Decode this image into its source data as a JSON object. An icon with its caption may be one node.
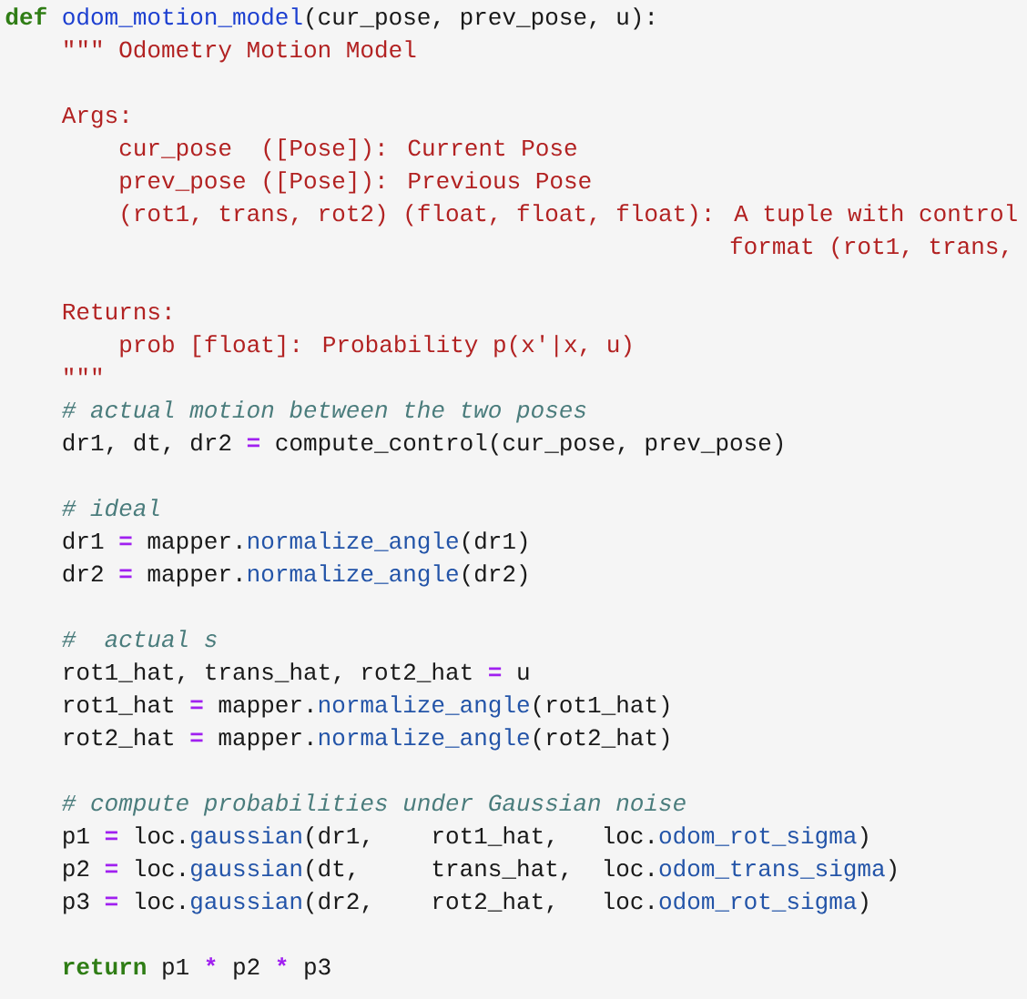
{
  "diagram": {
    "labels": [
      "def",
      "odom_motion_model",
      "(cur_pose, prev_pose, u):",
      "\"\"\" Odometry Motion Model",
      "Args:",
      "cur_pose",
      "([Pose]): Current Pose",
      "prev_pose ([Pose]): Previous Pose",
      "(rot1, trans, rot2) (float, float, float): A tuple with control",
      "format (rot1, trans,",
      "Returns:",
      "prob [float]: Probability p(x'|x, u)",
      "\"\"\"",
      "# actual motion between the two poses",
      "dr1, dt, dr2",
      "=",
      "compute_control(cur_pose, prev_pose)",
      "# ideal",
      "dr1",
      "=",
      "mapper.",
      "normalize_angle",
      "(dr1)",
      "dr2",
      "=",
      "mapper.",
      "normalize_angle",
      "(dr2)",
      "#",
      "actual s",
      "rot1_hat, trans_hat, rot2_hat",
      "=",
      "u",
      "rot1_hat",
      "=",
      "mapper.",
      "normalize_angle",
      "(rot1_hat)",
      "rot2_hat",
      "=",
      "mapper.",
      "normalize_angle",
      "(rot2_hat)",
      "# compute probabilities under Gaussian noise",
      "p1",
      "=",
      "loc.",
      "gaussian",
      "(dr1,",
      "rot1_hat,",
      "loc.",
      "odom_rot_sigma",
      ")",
      "p2",
      "=",
      "loc.",
      "gaussian",
      "(dt,",
      "trans_hat,",
      "loc.",
      "odom_trans_sigma",
      ")",
      "p3",
      "=",
      "loc.",
      "gaussian",
      "(dr2,",
      "rot2_hat,",
      "loc.",
      "odom_rot_sigma",
      ")",
      "return",
      "p1",
      "*",
      "p2",
      "*",
      "p3"
    ]
  }
}
